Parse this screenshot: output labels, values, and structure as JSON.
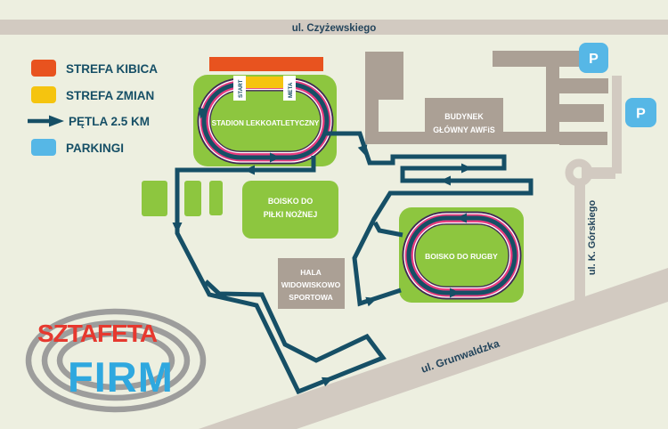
{
  "colors": {
    "background": "#EDEFE0",
    "road": "#D2CAC1",
    "route_navy": "#164F66",
    "field_green": "#8DC63F",
    "track_pink": "#E73C7E",
    "track_purple": "#3F2A56",
    "building_taupe": "#ABA095",
    "orange": "#E8531F",
    "yellow": "#F5C40F",
    "parking_blue": "#56B7E6",
    "street_text": "#24455C",
    "logo_red": "#E6392F",
    "logo_blue": "#2FA8DF",
    "logo_gray": "#9D9D9C"
  },
  "legend": {
    "items": [
      {
        "id": "strefa-kibica",
        "label": "STREFA KIBICA",
        "color": "#E8531F"
      },
      {
        "id": "strefa-zmian",
        "label": "STREFA ZMIAN",
        "color": "#F5C40F"
      },
      {
        "id": "petla",
        "label": "PĘTLA 2.5 KM",
        "color": "#164F66"
      },
      {
        "id": "parkingi",
        "label": "PARKINGI",
        "color": "#56B7E6"
      }
    ]
  },
  "streets": {
    "top": "ul. Czyżewskiego",
    "right": "ul. K. Górskiego",
    "bottom": "ul. Grunwaldzka"
  },
  "places": {
    "stadium": "STADION LEKKOATLETYCZNY",
    "football_line1": "BOISKO DO",
    "football_line2": "PIŁKI NOŻNEJ",
    "rugby": "BOISKO DO RUGBY",
    "hala_line1": "HALA",
    "hala_line2": "WIDOWISKOWO",
    "hala_line3": "SPORTOWA",
    "building_line1": "BUDYNEK",
    "building_line2": "GŁÓWNY AWFiS"
  },
  "markers": {
    "start": "START",
    "meta": "META",
    "parking": "P",
    "loop_length": "2.5 KM"
  },
  "logo": {
    "line1": "SZTAFETA",
    "line2": "FIRM"
  }
}
